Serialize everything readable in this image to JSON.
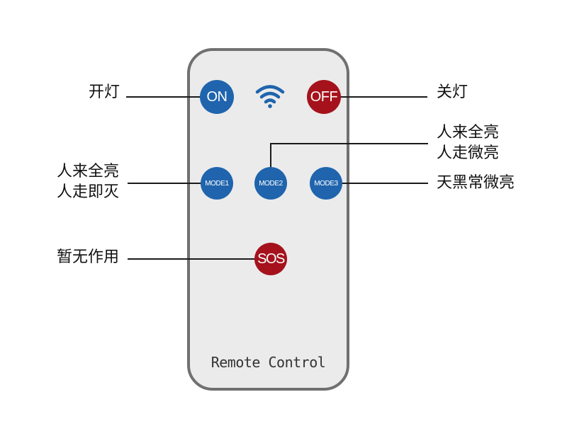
{
  "remote": {
    "caption": "Remote Control",
    "buttons": {
      "on": "ON",
      "off": "OFF",
      "mode1": "MODE1",
      "mode2": "MODE2",
      "mode3": "MODE3",
      "sos": "SOS"
    },
    "signal_icon": "wifi-signal-icon"
  },
  "annotations": {
    "on": {
      "line1": "开灯"
    },
    "off": {
      "line1": "关灯"
    },
    "mode1": {
      "line1": "人来全亮",
      "line2": "人走即灭"
    },
    "mode2": {
      "line1": "人来全亮",
      "line2": "人走微亮"
    },
    "mode3": {
      "line1": "天黑常微亮"
    },
    "sos": {
      "line1": "暂无作用"
    }
  },
  "colors": {
    "blue_button": "#1f64ad",
    "red_button": "#a5121c",
    "remote_body": "#ebebeb",
    "remote_border": "#707070"
  }
}
